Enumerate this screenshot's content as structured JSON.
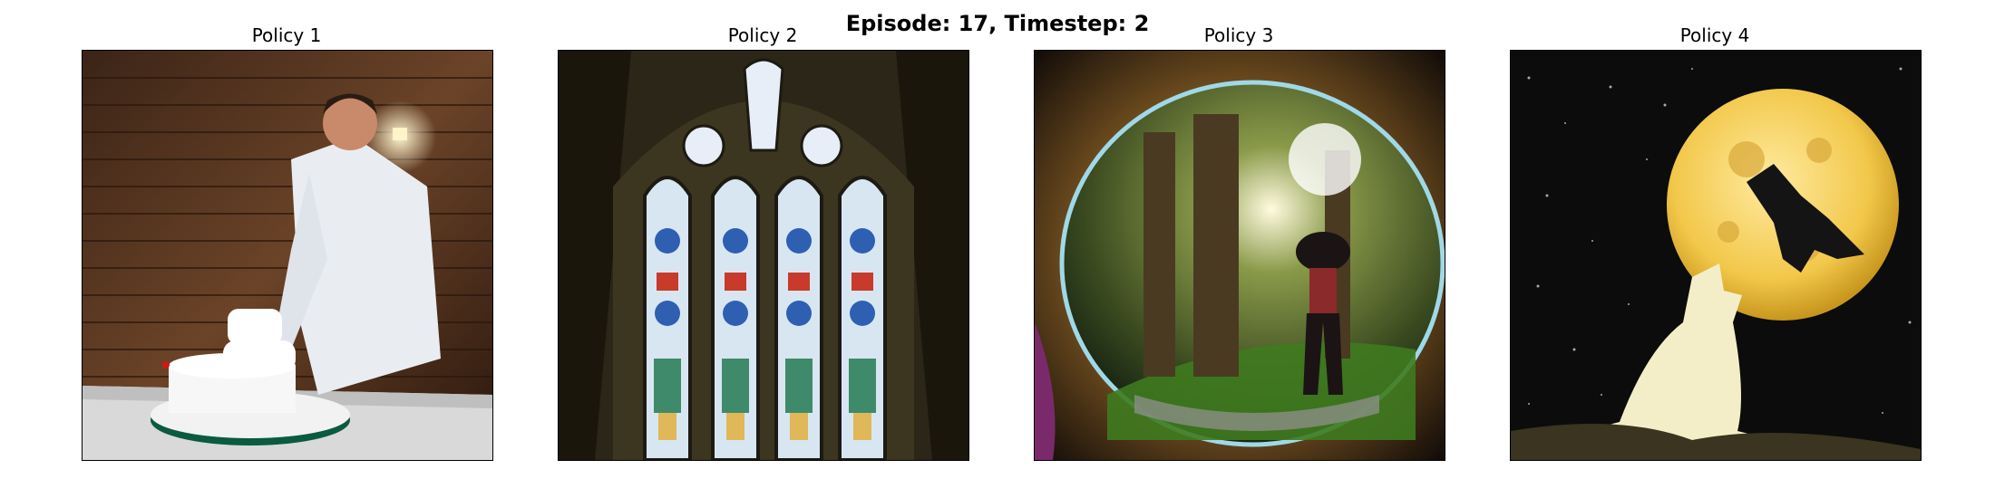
{
  "figure": {
    "suptitle": "Episode: 17, Timestep: 2"
  },
  "panels": [
    {
      "title": "Policy 1",
      "image_subject": "chef cutting a white cake in front of a brick wall"
    },
    {
      "title": "Policy 2",
      "image_subject": "gothic stained glass cathedral window"
    },
    {
      "title": "Policy 3",
      "image_subject": "fisheye view of a forest with a figure inside a glass sphere"
    },
    {
      "title": "Policy 4",
      "image_subject": "glowing wolf howling at a full moon in a starry sky"
    }
  ]
}
